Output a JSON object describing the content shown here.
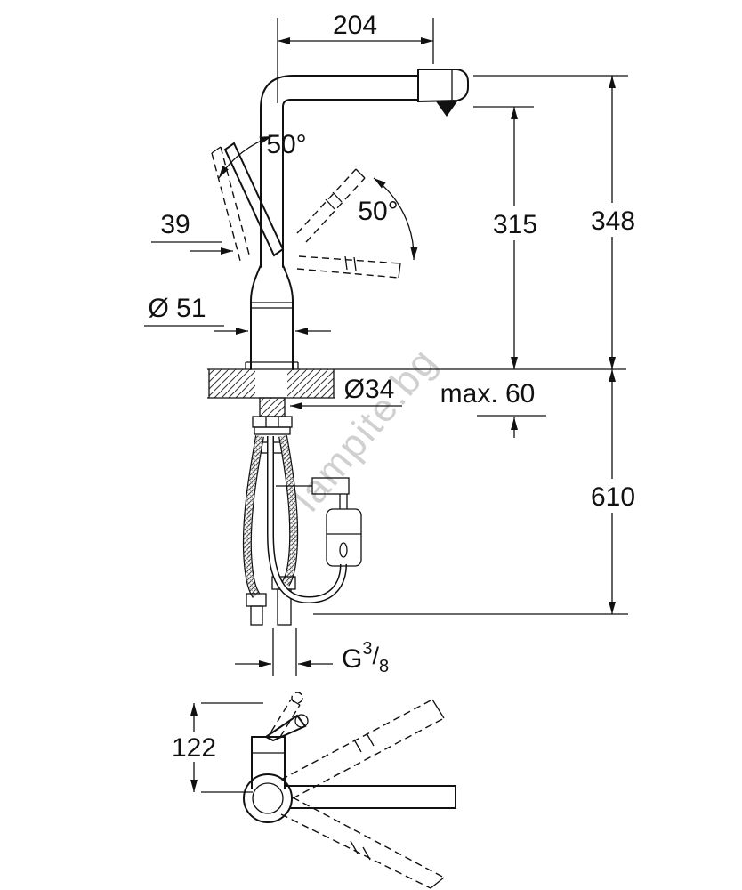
{
  "drawing": {
    "watermark": "lampite.bg",
    "labels": {
      "spout_reach": "204",
      "angle_left": "50°",
      "angle_right": "50°",
      "handle_width": "39",
      "base_diameter": "Ø 51",
      "hole_diameter": "Ø34",
      "deck_max": "max. 60",
      "height_to_outlet": "315",
      "total_height": "348",
      "below_deck_length": "610",
      "thread_g": "G",
      "thread_num": "3",
      "thread_slash": "/",
      "thread_den": "8",
      "front_height": "122"
    },
    "colors": {
      "line": "#111111",
      "watermark": "#c8c8c8",
      "background": "#ffffff"
    }
  }
}
